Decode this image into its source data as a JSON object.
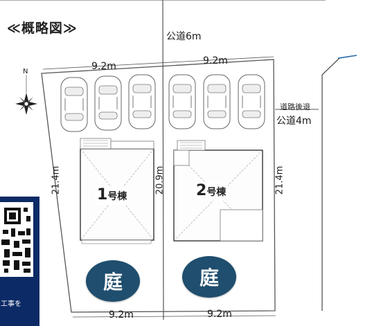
{
  "title": "≪概略図≫",
  "north": {
    "letter": "N"
  },
  "roads": {
    "public_road_6m": "公道6m",
    "road_setback": "道路後退",
    "public_road_4m": "公道4m"
  },
  "dimensions": {
    "top_left": "9.2m",
    "top_right": "9.2m",
    "bottom_left": "9.2m",
    "bottom_right": "9.2m",
    "left_depth": "21.4m",
    "middle_depth": "20.9m",
    "right_depth": "21.4m"
  },
  "buildings": [
    {
      "number": "1",
      "suffix": "号棟"
    },
    {
      "number": "2",
      "suffix": "号棟"
    }
  ],
  "gardens": [
    "庭",
    "庭"
  ],
  "qr_card": {
    "caption": "工事を"
  },
  "colors": {
    "garden": "#1f4e6e",
    "qr_card_bg": "#0c2a66",
    "line": "#555555"
  }
}
